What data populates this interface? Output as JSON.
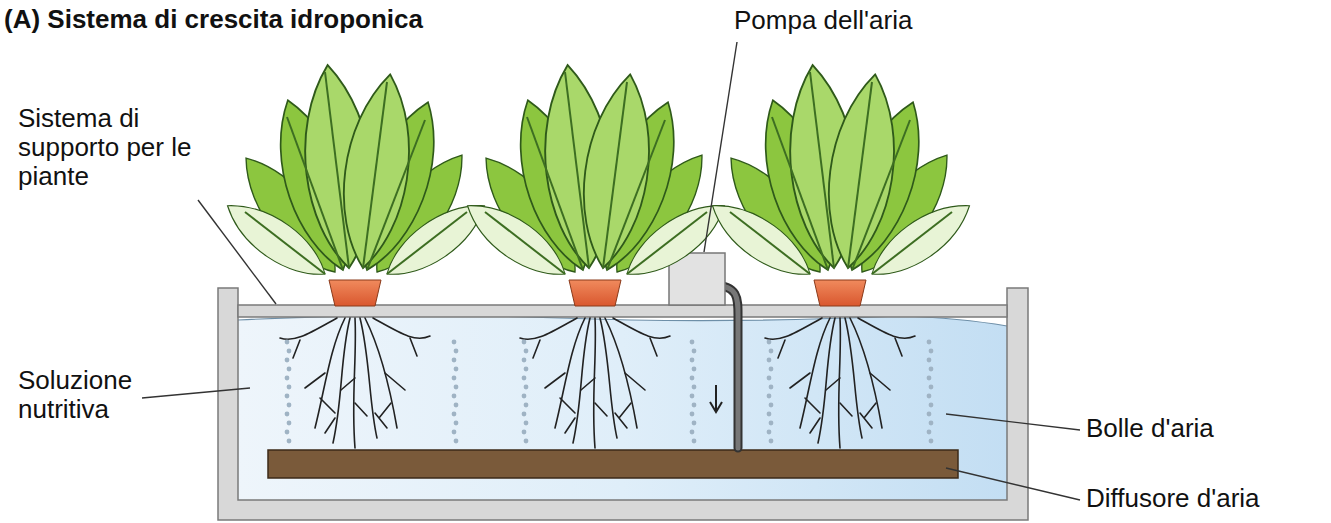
{
  "diagram": {
    "title": "(A) Sistema di crescita idroponica",
    "labels": [
      "Pompa dell'aria",
      "Sistema di supporto per le piante",
      "Soluzione nutritiva",
      "Bolle d'aria",
      "Diffusore d'aria"
    ]
  }
}
